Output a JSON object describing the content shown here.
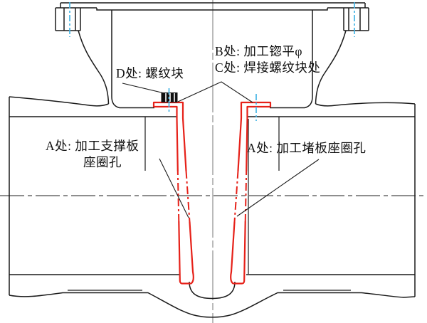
{
  "diagram": {
    "annotations": {
      "b_label": "B处: 加工锪平φ",
      "c_label": "C处: 焊接螺纹块处",
      "d_label": "D处: 螺纹块",
      "a_left_label_line1": "A处: 加工支撑板",
      "a_left_label_line2": "座圈孔",
      "a_right_label": "A处: 加工堵板座圈孔"
    },
    "colors": {
      "highlight_red": "#e62119",
      "centerline_blue": "#45b5e5",
      "centerline_gray": "#8c8c8c",
      "outline_black": "#1a1a1a"
    }
  }
}
